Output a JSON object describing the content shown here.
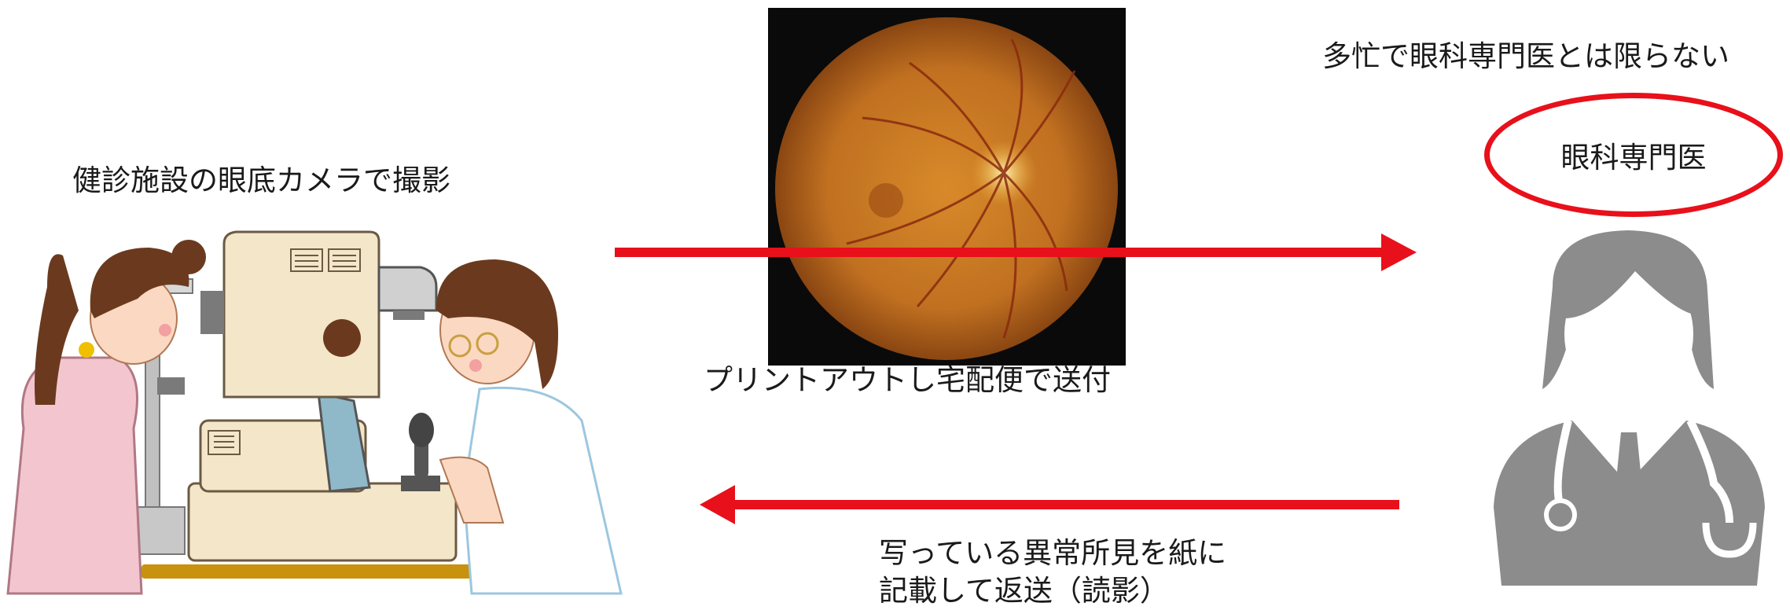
{
  "captions": {
    "left": "健診施設の眼底カメラで撮影",
    "middle": "プリントアウトし宅配便で送付",
    "bottom_line1": "写っている異常所見を紙に",
    "bottom_line2": "記載して返送（読影）",
    "top_right": "多忙で眼科専門医とは限らない",
    "specialist": "眼科専門医"
  },
  "colors": {
    "arrow": "#e8101a",
    "doctor_icon": "#8c8c8c",
    "fundus_background": "#0a0a0a",
    "fundus_retina": "#c8791c"
  },
  "icons": {
    "left_illustration": "eye-exam-camera-illustration",
    "right_icon": "doctor-icon",
    "fundus_image": "retina-fundus-photo"
  }
}
